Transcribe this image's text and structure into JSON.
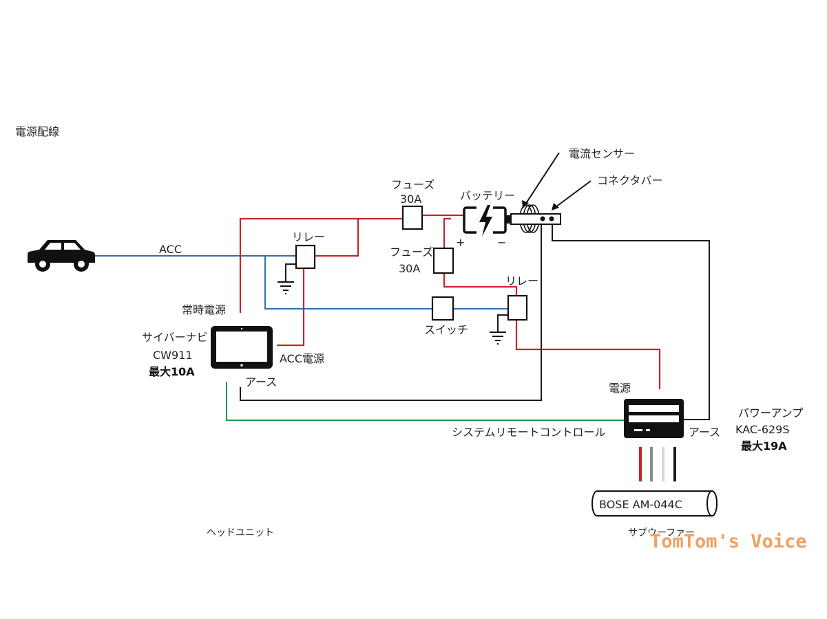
{
  "title": "電源配線",
  "labels": {
    "acc": "ACC",
    "relay1": "リレー",
    "relay2": "リレー",
    "fuse1_name": "フューズ",
    "fuse1_rating": "30A",
    "fuse2_name": "フューズ",
    "fuse2_rating": "30A",
    "battery": "バッテリー",
    "battery_plus": "+",
    "battery_minus": "−",
    "current_sensor": "電流センサー",
    "connector_bar": "コネクタバー",
    "switch": "スイッチ",
    "constant_power": "常時電源",
    "acc_power": "ACC電源",
    "navi_name": "サイバーナビ",
    "navi_model": "CW911",
    "navi_max": "最大10A",
    "navi_ground": "アース",
    "amp_power": "電源",
    "amp_ground": "アース",
    "remote": "システムリモートコントロール",
    "amp_name": "パワーアンプ",
    "amp_model": "KAC-629S",
    "amp_max": "最大19A",
    "subwoofer_model": "BOSE AM-044C",
    "head_unit": "ヘッドユニット",
    "subwoofer": "サブウーファー",
    "watermark": "TomTom's Voice"
  },
  "colors": {
    "acc_wire": "#2e6fb0",
    "power_wire": "#c8232b",
    "ground_wire": "#1a1a1a",
    "remote_wire": "#1f9a4a",
    "speaker_gray": "#8a8a8a",
    "speaker_white": "#d6d6d6",
    "watermark": "#f0a060"
  },
  "icons": [
    "car-icon",
    "battery-icon",
    "ground-icon",
    "tablet-icon",
    "amplifier-icon",
    "current-sensor-icon",
    "connector-bar-icon"
  ]
}
